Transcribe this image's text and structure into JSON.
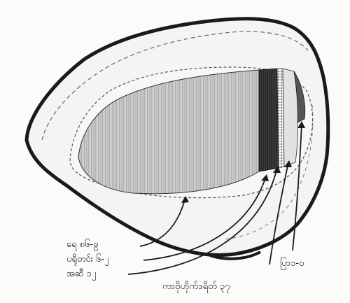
{
  "labels": {
    "layer_1": "ရေ ၈၆-၉",
    "layer_2": "ပရိုတင်း ၆-၂",
    "layer_3": "အဆီ ၁၂",
    "layer_4": "ကာဗိုဟိုက်ဒရိတ် ၃၇",
    "layer_5": "ပြာ၁-၀"
  },
  "colors": {
    "ink": "#1a1a1a",
    "paper": "#fbfbf9",
    "shell": "#8f8f8f",
    "core": "#cfcfcf"
  }
}
